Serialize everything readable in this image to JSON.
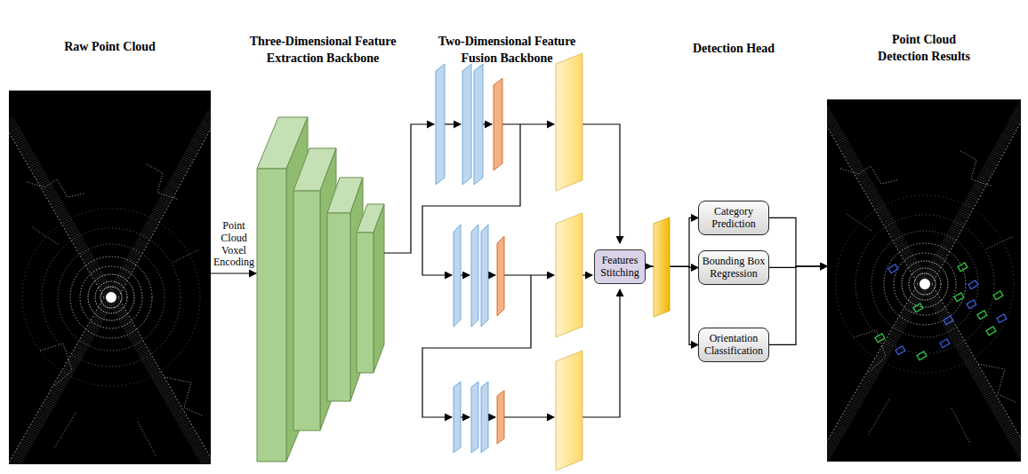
{
  "diagram": {
    "nodes": [
      {
        "text": [
          "Raw Point Cloud"
        ]
      },
      {
        "text": [
          "Three-Dimensional Feature Extraction Backbone"
        ]
      },
      {
        "text": [
          "Features Stitching"
        ]
      },
      {
        "text": [
          "Category Prediction"
        ]
      },
      {
        "text": [
          "Bounding Box Regression"
        ]
      },
      {
        "text": [
          "Orientation Classification"
        ]
      },
      {
        "text": [
          "Point Cloud Detection Results"
        ]
      }
    ],
    "edges": [
      {
        "from": 0,
        "to": 1,
        "label": "Point Cloud Voxel Encoding",
        "arrow": "to"
      },
      {
        "from": 2,
        "to": 3,
        "arrow": "to"
      },
      {
        "from": 2,
        "to": 4,
        "arrow": "to"
      },
      {
        "from": 2,
        "to": 5,
        "arrow": "to"
      },
      {
        "from": 3,
        "to": 6,
        "arrow": "to"
      },
      {
        "from": 4,
        "to": 6,
        "arrow": "to"
      },
      {
        "from": 5,
        "to": 6,
        "arrow": "to"
      }
    ],
    "labels": [
      "Two-Dimensional Feature Fusion Backbone",
      "Detection Head"
    ]
  }
}
